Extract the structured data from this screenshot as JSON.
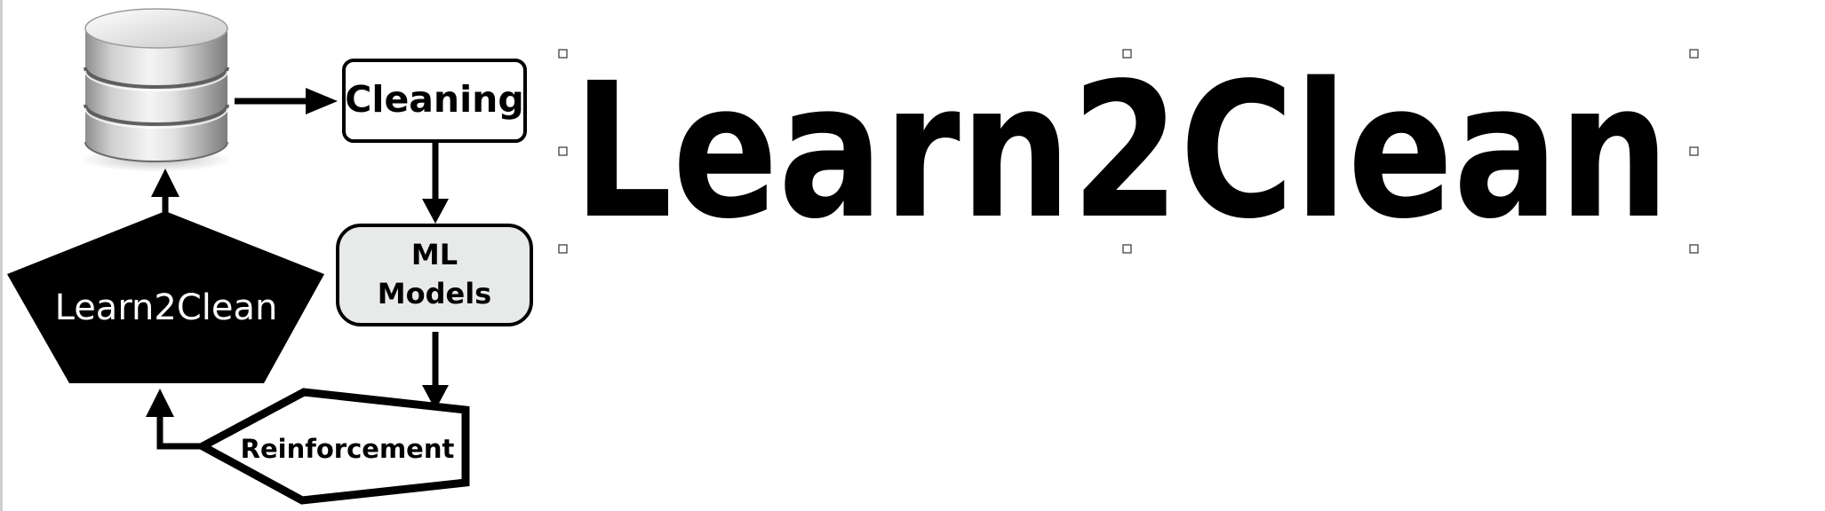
{
  "diagram": {
    "cleaning_label": "Cleaning",
    "models_label_line1": "ML",
    "models_label_line2": "Models",
    "agent_label": "Learn2Clean",
    "reinforcement_label": "Reinforcement"
  },
  "wordmark": {
    "title": "Learn2Clean"
  },
  "icons": {
    "database": "database-icon"
  },
  "colors": {
    "ink": "#000000",
    "models_fill": "#e8e9e9",
    "canvas": "#ffffff",
    "handle_stroke": "#333333"
  }
}
